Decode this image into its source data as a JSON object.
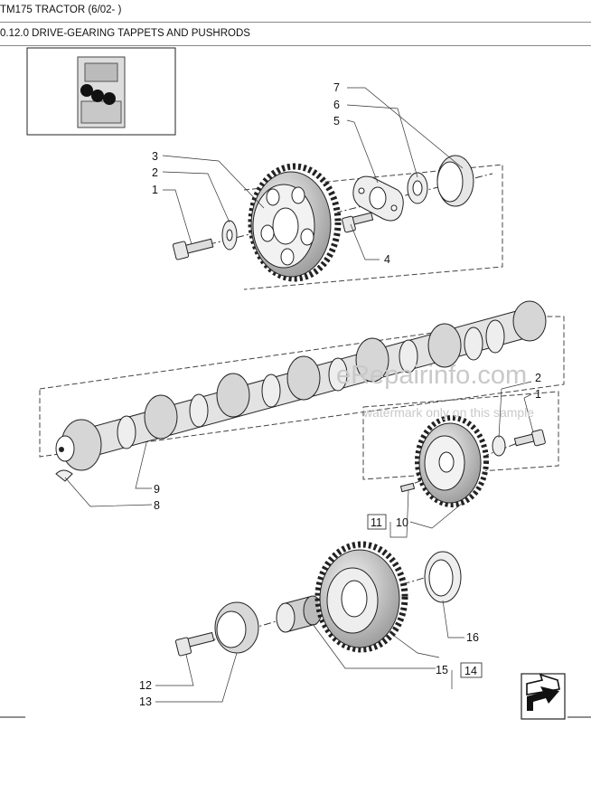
{
  "header": {
    "title": "TM175 TRACTOR (6/02- )",
    "section": "0.12.0 DRIVE-GEARING TAPPETS AND PUSHRODS"
  },
  "callouts": {
    "c7": "7",
    "c6": "6",
    "c5": "5",
    "c4": "4",
    "c3": "3",
    "c2a": "2",
    "c1a": "1",
    "c2b": "2",
    "c1b": "1",
    "c9": "9",
    "c8": "8",
    "c11": "11",
    "c10": "10",
    "c16": "16",
    "c15": "15",
    "c14": "14",
    "c12": "12",
    "c13": "13"
  },
  "watermark": {
    "site": "eRepairinfo.com",
    "note": "watermark only on this sample"
  }
}
